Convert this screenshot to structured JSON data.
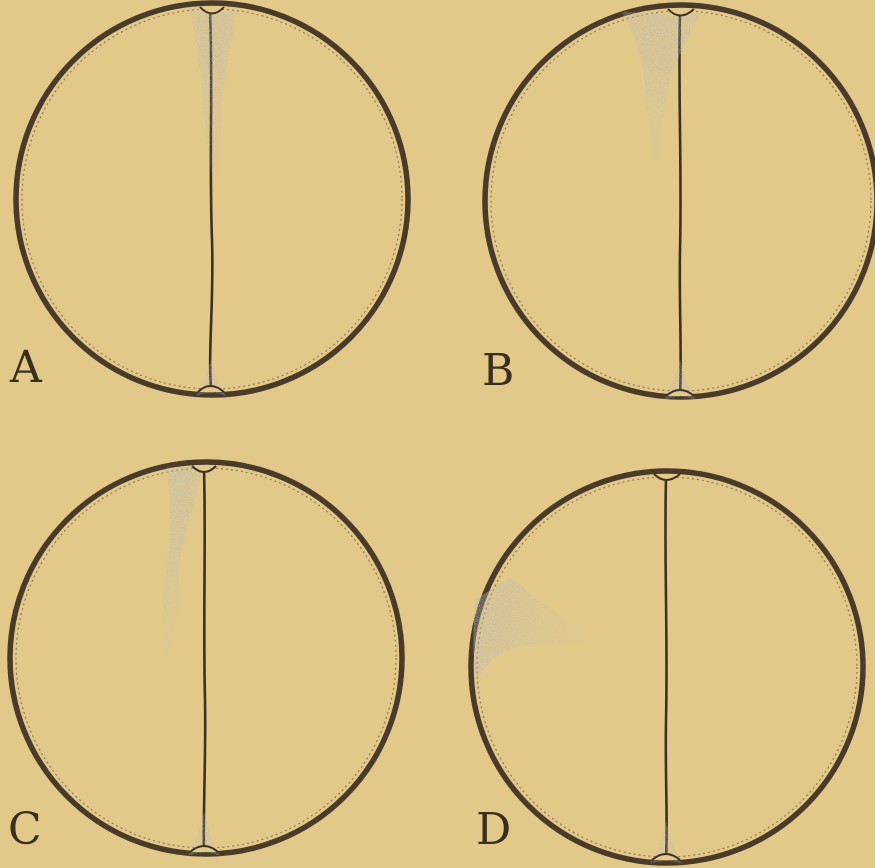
{
  "figure": {
    "panels": [
      {
        "id": "A",
        "label": "A"
      },
      {
        "id": "B",
        "label": "B"
      },
      {
        "id": "C",
        "label": "C"
      },
      {
        "id": "D",
        "label": "D"
      }
    ],
    "colors": {
      "background": "#e2c98a",
      "ink": "#3e3022",
      "stipple": "#6e5a3e"
    }
  }
}
